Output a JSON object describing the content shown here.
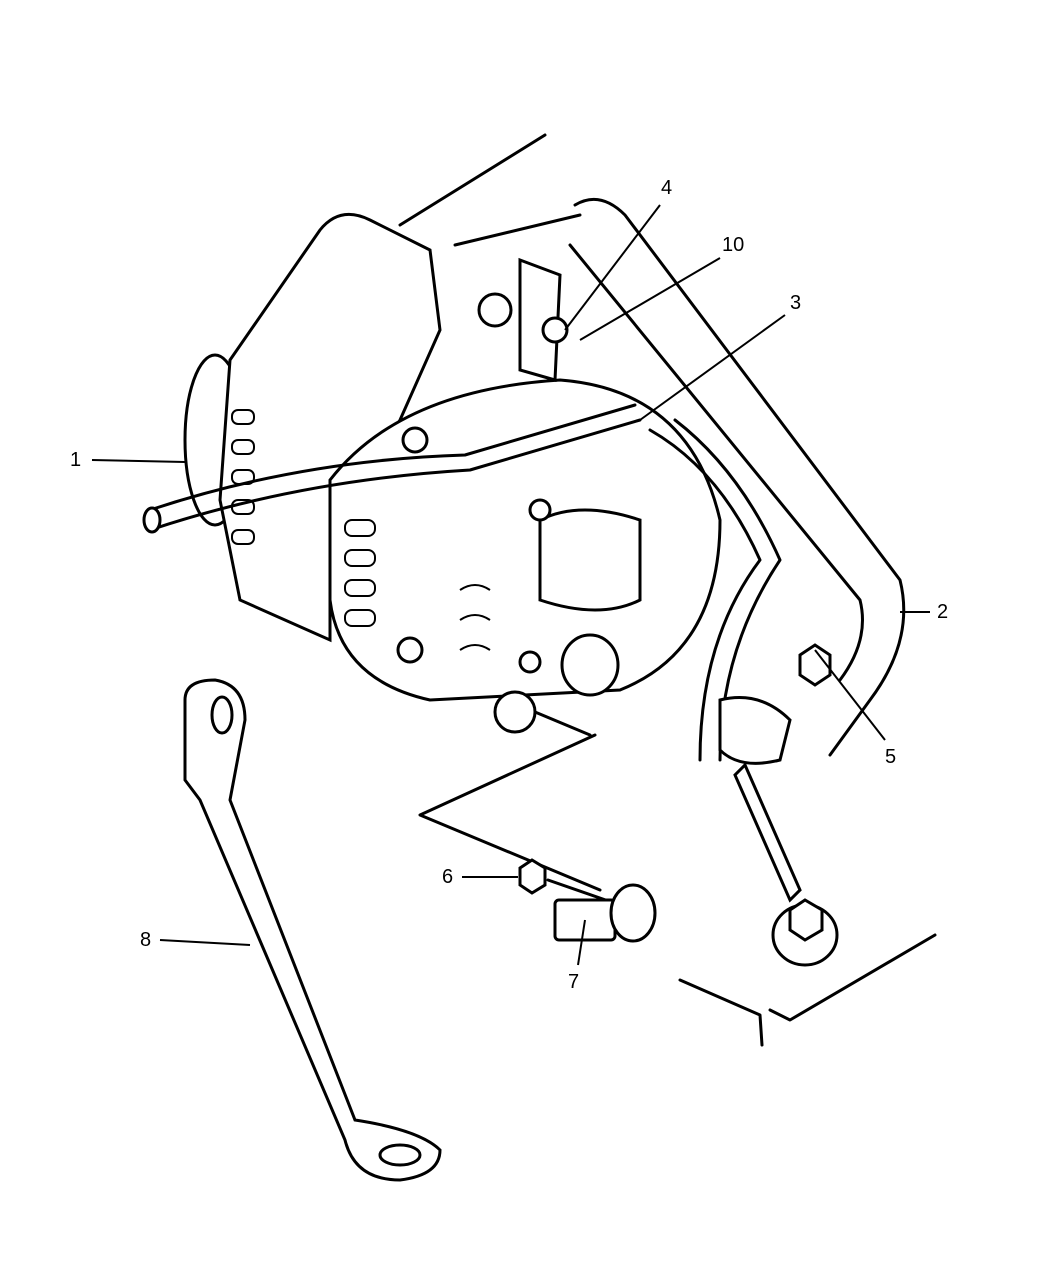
{
  "diagram": {
    "callouts": [
      {
        "id": "callout-1",
        "label": "1"
      },
      {
        "id": "callout-2",
        "label": "2"
      },
      {
        "id": "callout-3",
        "label": "3"
      },
      {
        "id": "callout-4",
        "label": "4"
      },
      {
        "id": "callout-5",
        "label": "5"
      },
      {
        "id": "callout-6",
        "label": "6"
      },
      {
        "id": "callout-7",
        "label": "7"
      },
      {
        "id": "callout-8",
        "label": "8"
      },
      {
        "id": "callout-10",
        "label": "10"
      }
    ]
  }
}
